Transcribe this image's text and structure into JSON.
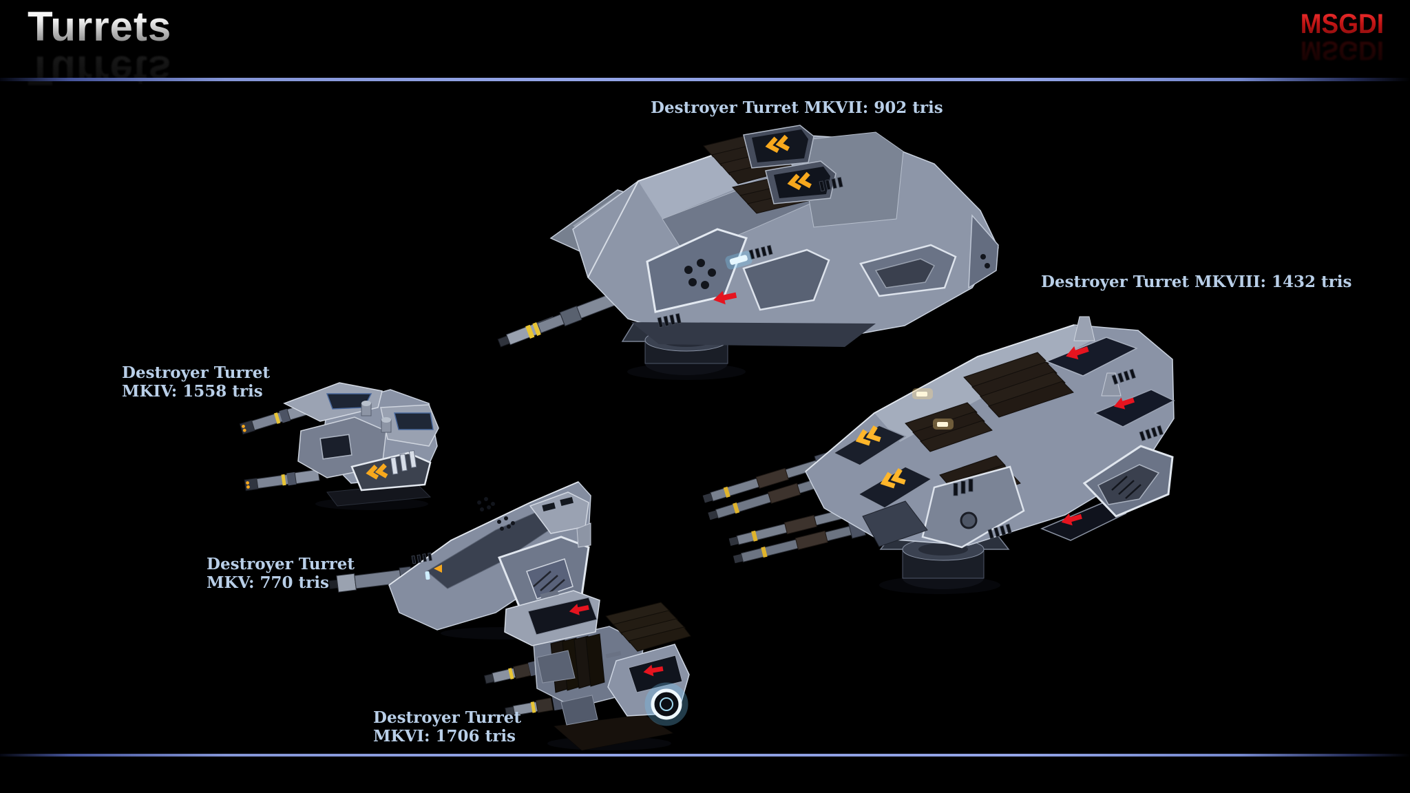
{
  "slide": {
    "title": "Turrets",
    "brand": "MSGDI",
    "colors": {
      "background": "#000000",
      "divider_blue": "#94a5e8",
      "label_blue": "#b9cfe8",
      "brand_red": "#c11414",
      "hull_steel": "#8d96a8",
      "decal_yellow": "#f7a81d",
      "decal_red": "#e6141f",
      "glow_cyan": "#cfeeff"
    }
  },
  "turrets": [
    {
      "id": "mkvii",
      "name": "Destroyer Turret MKVII",
      "tris": 902,
      "label_lines": [
        "Destroyer Turret MKVII: 902 tris"
      ]
    },
    {
      "id": "mkviii",
      "name": "Destroyer Turret MKVIII",
      "tris": 1432,
      "label_lines": [
        "Destroyer Turret MKVIII: 1432 tris"
      ]
    },
    {
      "id": "mkiv",
      "name": "Destroyer Turret MKIV",
      "tris": 1558,
      "label_lines": [
        "Destroyer Turret",
        "MKIV: 1558 tris"
      ]
    },
    {
      "id": "mkv",
      "name": "Destroyer Turret MKV",
      "tris": 770,
      "label_lines": [
        "Destroyer Turret",
        "MKV: 770 tris"
      ]
    },
    {
      "id": "mkvi",
      "name": "Destroyer Turret MKVI",
      "tris": 1706,
      "label_lines": [
        "Destroyer Turret",
        "MKVI: 1706 tris"
      ]
    }
  ]
}
